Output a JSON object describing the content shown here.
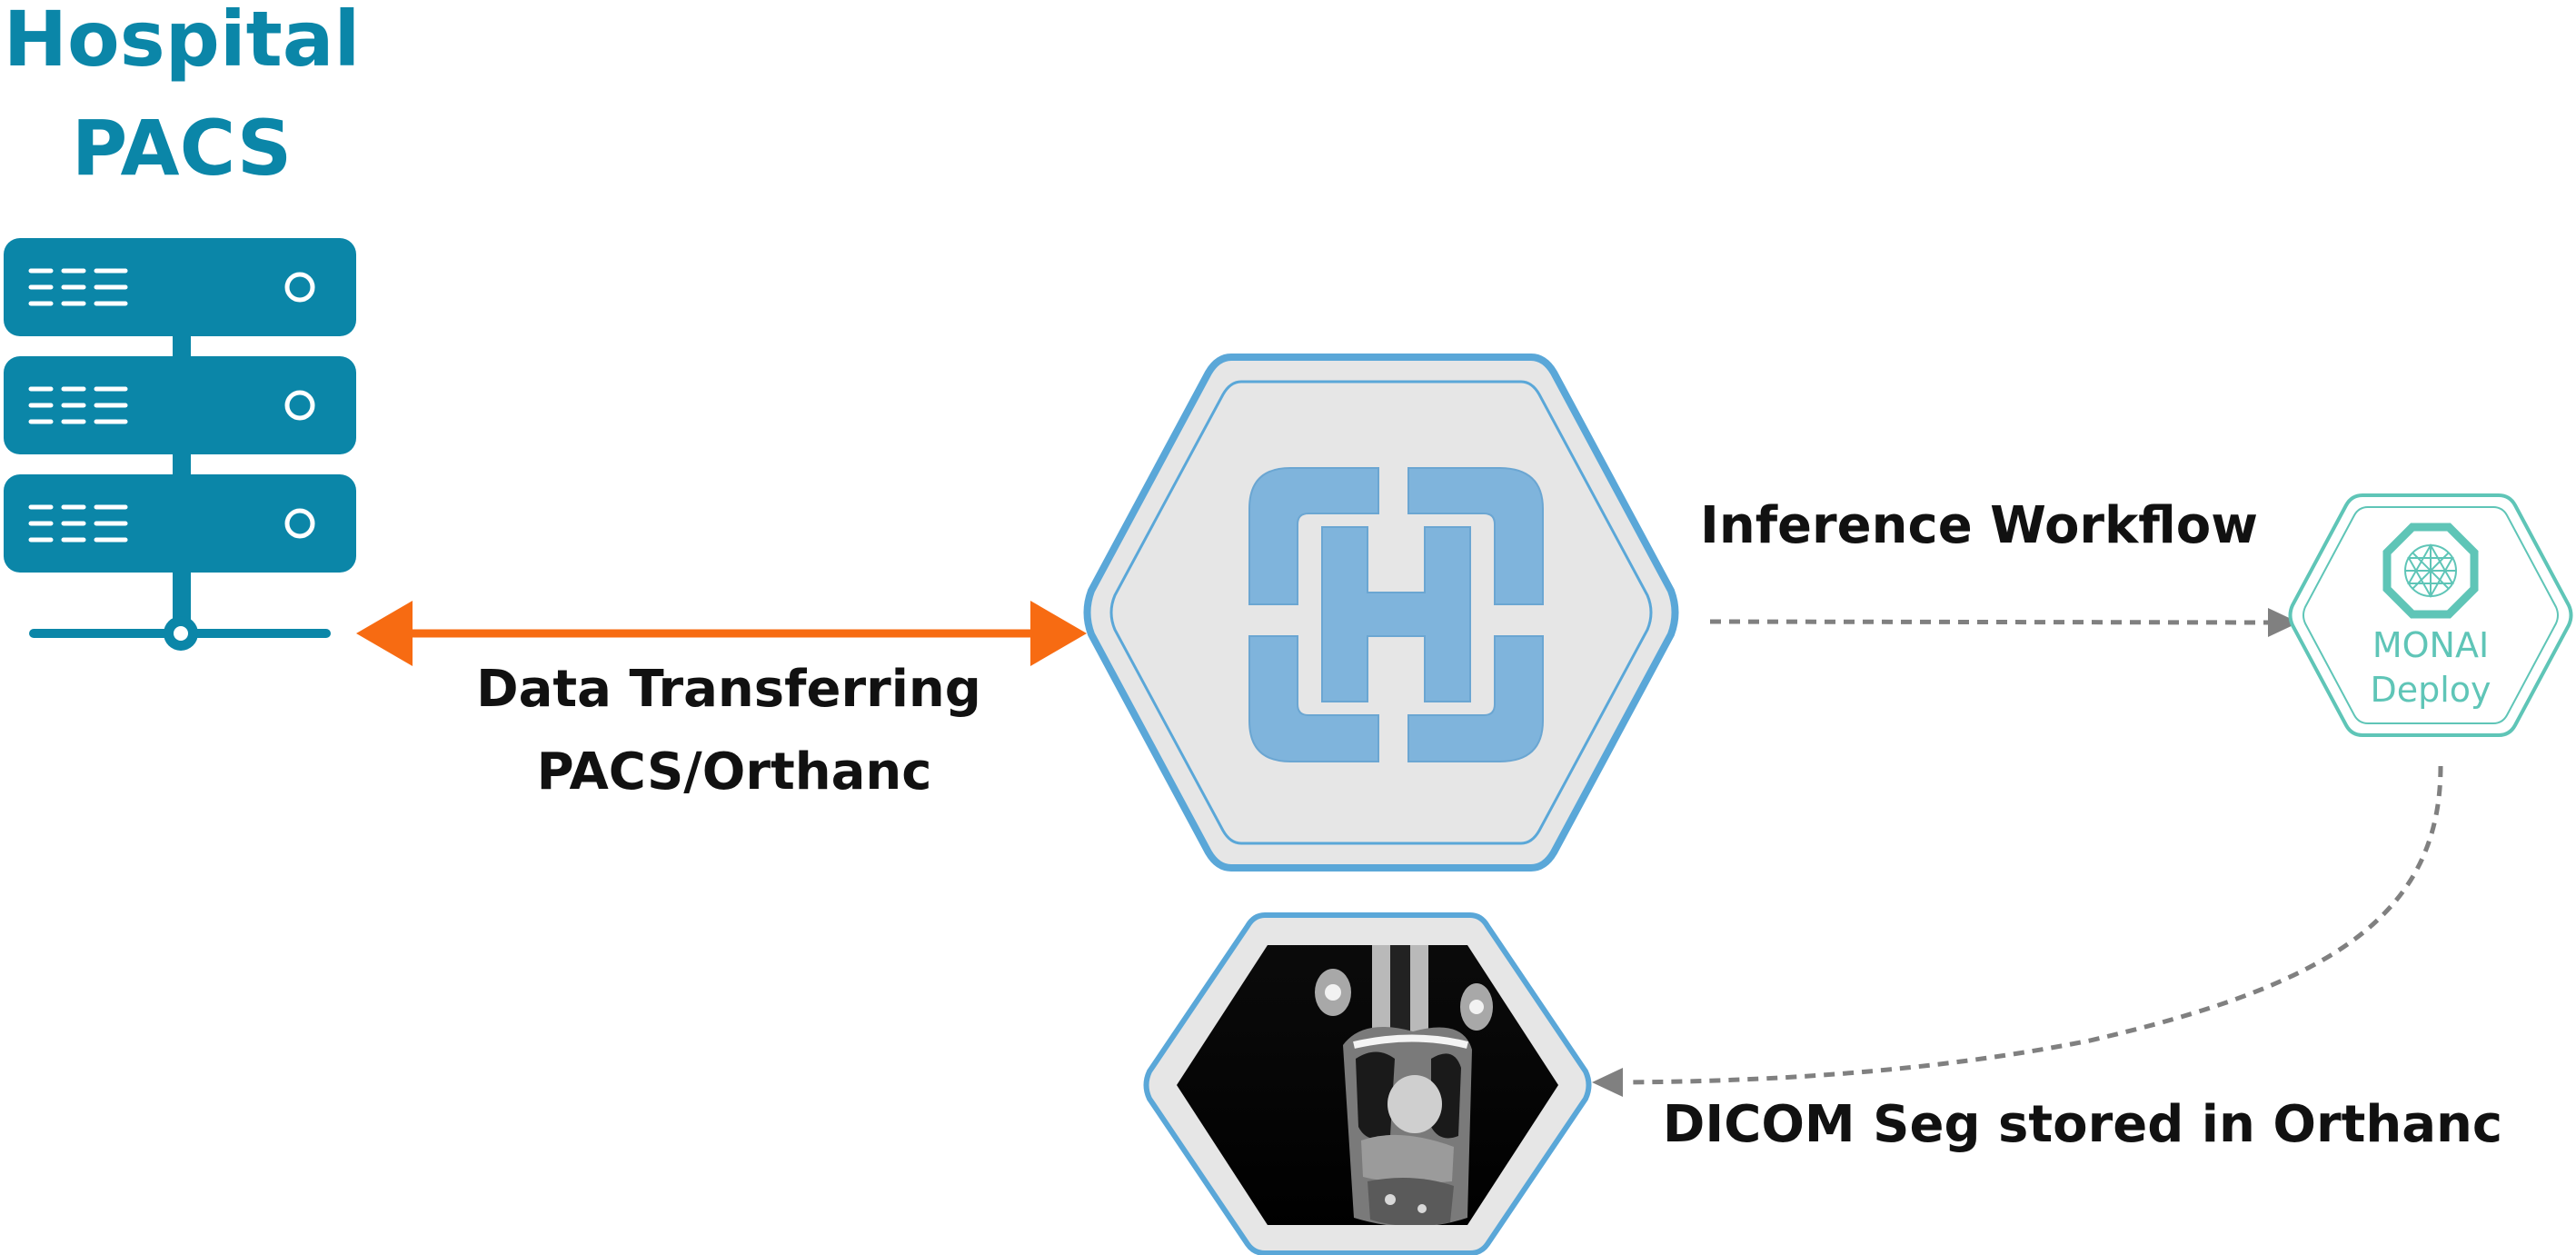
{
  "pacs": {
    "title_line1": "Hospital",
    "title_line2": "PACS",
    "color": "#0b86a8"
  },
  "transfer": {
    "label_line1": "Data Transferring",
    "label_line2": "PACS/Orthanc",
    "arrow_color": "#f76b12"
  },
  "inference": {
    "label": "Inference Workflow"
  },
  "monai": {
    "label_line1": "MONAI",
    "label_line2": "Deploy",
    "color": "#5fc5b7"
  },
  "seg": {
    "label": "DICOM Seg stored in Orthanc"
  },
  "colors": {
    "hex_border": "#5aa7d8",
    "hex_fill": "#e6e6e6",
    "logo_fill": "#7fb4dc",
    "dashed_arrow": "#808080"
  },
  "icons": {
    "server": "server-rack-icon",
    "orthanc": "orthanc-h-logo-icon",
    "monai": "monai-logo-icon",
    "ct": "ct-scan-image-icon"
  }
}
